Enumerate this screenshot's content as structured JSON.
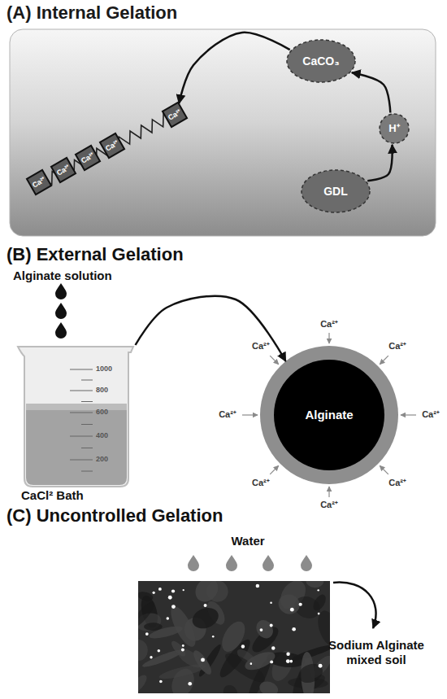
{
  "diagram": {
    "nodes": [
      {
        "text": [
          "(A) Internal Gelation"
        ]
      },
      {
        "text": [
          "Ca²⁺"
        ],
        "in": 0
      },
      {
        "text": [
          "Ca²⁺"
        ],
        "in": 0
      },
      {
        "text": [
          "Ca²⁺"
        ],
        "in": 0
      },
      {
        "text": [
          "Ca²⁺"
        ],
        "in": 0
      },
      {
        "text": [
          "Ca²⁺"
        ],
        "in": 0
      },
      {
        "text": [
          "CaCO₃"
        ],
        "in": 0
      },
      {
        "text": [
          "H⁺"
        ],
        "in": 0
      },
      {
        "text": [
          "GDL"
        ],
        "in": 0
      },
      {
        "text": [
          "1000",
          "800",
          "600",
          "400",
          "200"
        ]
      },
      {
        "text": [
          "Alginate"
        ]
      }
    ],
    "edges": [
      {
        "from": 8,
        "to": 7,
        "arrow": "to"
      },
      {
        "from": 7,
        "to": 6,
        "arrow": "to"
      },
      {
        "from": 6,
        "to": 5,
        "arrow": "to"
      },
      {
        "from": 9,
        "to": 10,
        "arrow": "to"
      }
    ],
    "labels": [
      "(B) External Gelation",
      "Alginate solution",
      "CaCl² Bath",
      "Ca²⁺",
      "Ca²⁺",
      "Ca²⁺",
      "Ca²⁺",
      "Ca²⁺",
      "Ca²⁺",
      "Ca²⁺",
      "Ca²⁺",
      "(C) Uncontrolled Gelation",
      "Water",
      "Sodium Alginate mixed soil"
    ]
  }
}
